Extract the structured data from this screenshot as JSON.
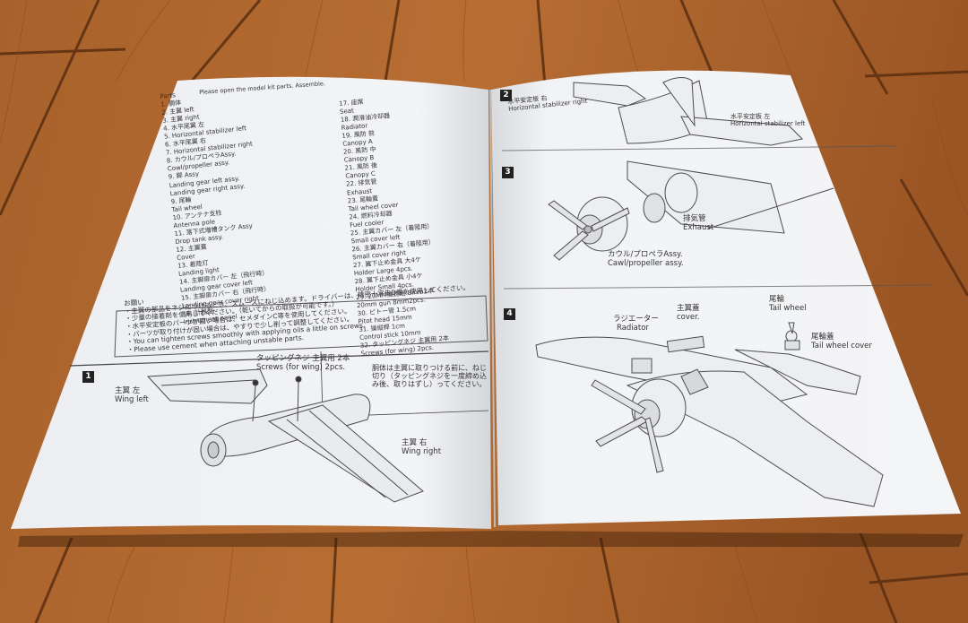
{
  "left_page": {
    "header": "Please open the model kit parts. Assemble.",
    "parts_list_col1": [
      "Parts",
      "1. 胴体",
      "2. 主翼 left",
      "3. 主翼 right",
      "4. 水平尾翼 左",
      "5. Horizontal stabilizer left",
      "6. 水平尾翼 右",
      "7. Horizontal stabilizer right",
      "8. カウル/プロペラAssy.",
      "Cowl/propeller assy.",
      "9. 脚 Assy",
      "Landing gear left assy.",
      "Landing gear right assy.",
      "9. 尾輪",
      "Tail wheel",
      "10. アンテナ支柱",
      "Antenna pole",
      "11. 落下式増槽タンク Assy",
      "Drop tank assy.",
      "12. 主翼蓋",
      "Cover",
      "13. 着陸灯",
      "Landing light",
      "14. 主脚扉カバー 左（飛行時）",
      "Landing gear cover left",
      "15. 主脚扉カバー 右（飛行時）",
      "Landing gear cover right",
      "16. 計器盤",
      "Instrument panel"
    ],
    "parts_list_col2": [
      "17. 座席",
      "Seat",
      "18. 潤滑油冷却器",
      "Radiator",
      "19. 風防 前",
      "Canopy A",
      "20. 風防 中",
      "Canopy B",
      "21. 風防 後",
      "Canopy C",
      "22. 排気管",
      "Exhaust",
      "23. 尾輪蓋",
      "Tail wheel cover",
      "24. 燃料冷却器",
      "Fuel cooler",
      "25. 主翼カバー 左（着陸用）",
      "Small cover left",
      "26. 主翼カバー 右（着陸用）",
      "Small cover right",
      "27. 翼下止め金具 大4ケ",
      "Holder Large 4pcs.",
      "28. 翼下止め金具 小4ケ",
      "Holder Small 4pcs.",
      "29. 20MM機銃砲 8mm2本",
      "20mm gun 8mm2pcs.",
      "30. ピトー管 1.5cm",
      "Pitot head 15mm",
      "31. 操縦桿 1cm",
      "Control stick 10mm",
      "32. タッピングネジ 主翼用 2本",
      "Screws (for wing) 2pcs."
    ],
    "notes_heading": "お願い",
    "notes": [
      "・主翼の部品をネジにつけるとき、スムースにねじ込めます。ドライバーは、精密十字先D番を使用してください。",
      "・少量の接着剤を使用してください。（乾いてからの取扱が可能です。）",
      "・水平安定板のパーツが固い場合は、セメダインC等を使用してください。",
      "・パーツが取り付けが固い場合は、やすりで少し削って調整してください。",
      "・You can tighten screws smoothly with applying oils a little on screws.",
      "・Please use cement when attaching unstable parts."
    ],
    "step1": {
      "number": "1",
      "screws_jp": "タッピングネジ 主翼用 2本",
      "screws_en": "Screws (for wing) 2pcs.",
      "instruction_jp": "胴体は主翼に取りつける前に、ねじ切り（タッピングネジを一度締め込み後、取りはずし）ってください。",
      "wing_left_jp": "主翼 左",
      "wing_left_en": "Wing left",
      "wing_right_jp": "主翼 右",
      "wing_right_en": "Wing right"
    }
  },
  "right_page": {
    "step2": {
      "number": "2",
      "stab_right_jp": "水平安定板 右",
      "stab_right_en": "Horizontal stabilizer right",
      "stab_left_jp": "水平安定板 左",
      "stab_left_en": "Horizontal stabilizer left"
    },
    "step3": {
      "number": "3",
      "exhaust_jp": "排気管",
      "exhaust_en": "Exhaust",
      "cowl_jp": "カウル/プロペラAssy.",
      "cowl_en": "Cawl/propeller assy."
    },
    "step4": {
      "number": "4",
      "radiator_jp": "ラジエーター",
      "radiator_en": "Radiator",
      "cover_jp": "主翼蓋",
      "cover_en": "cover.",
      "tailwheel_jp": "尾輪",
      "tailwheel_en": "Tail wheel",
      "tailcover_jp": "尾輪蓋",
      "tailcover_en": "Tail wheel cover"
    }
  },
  "colors": {
    "wood_light": "#c0793d",
    "wood_dark": "#7a4219",
    "paper": "#f3f4f6",
    "ink": "#3a3a3a"
  }
}
